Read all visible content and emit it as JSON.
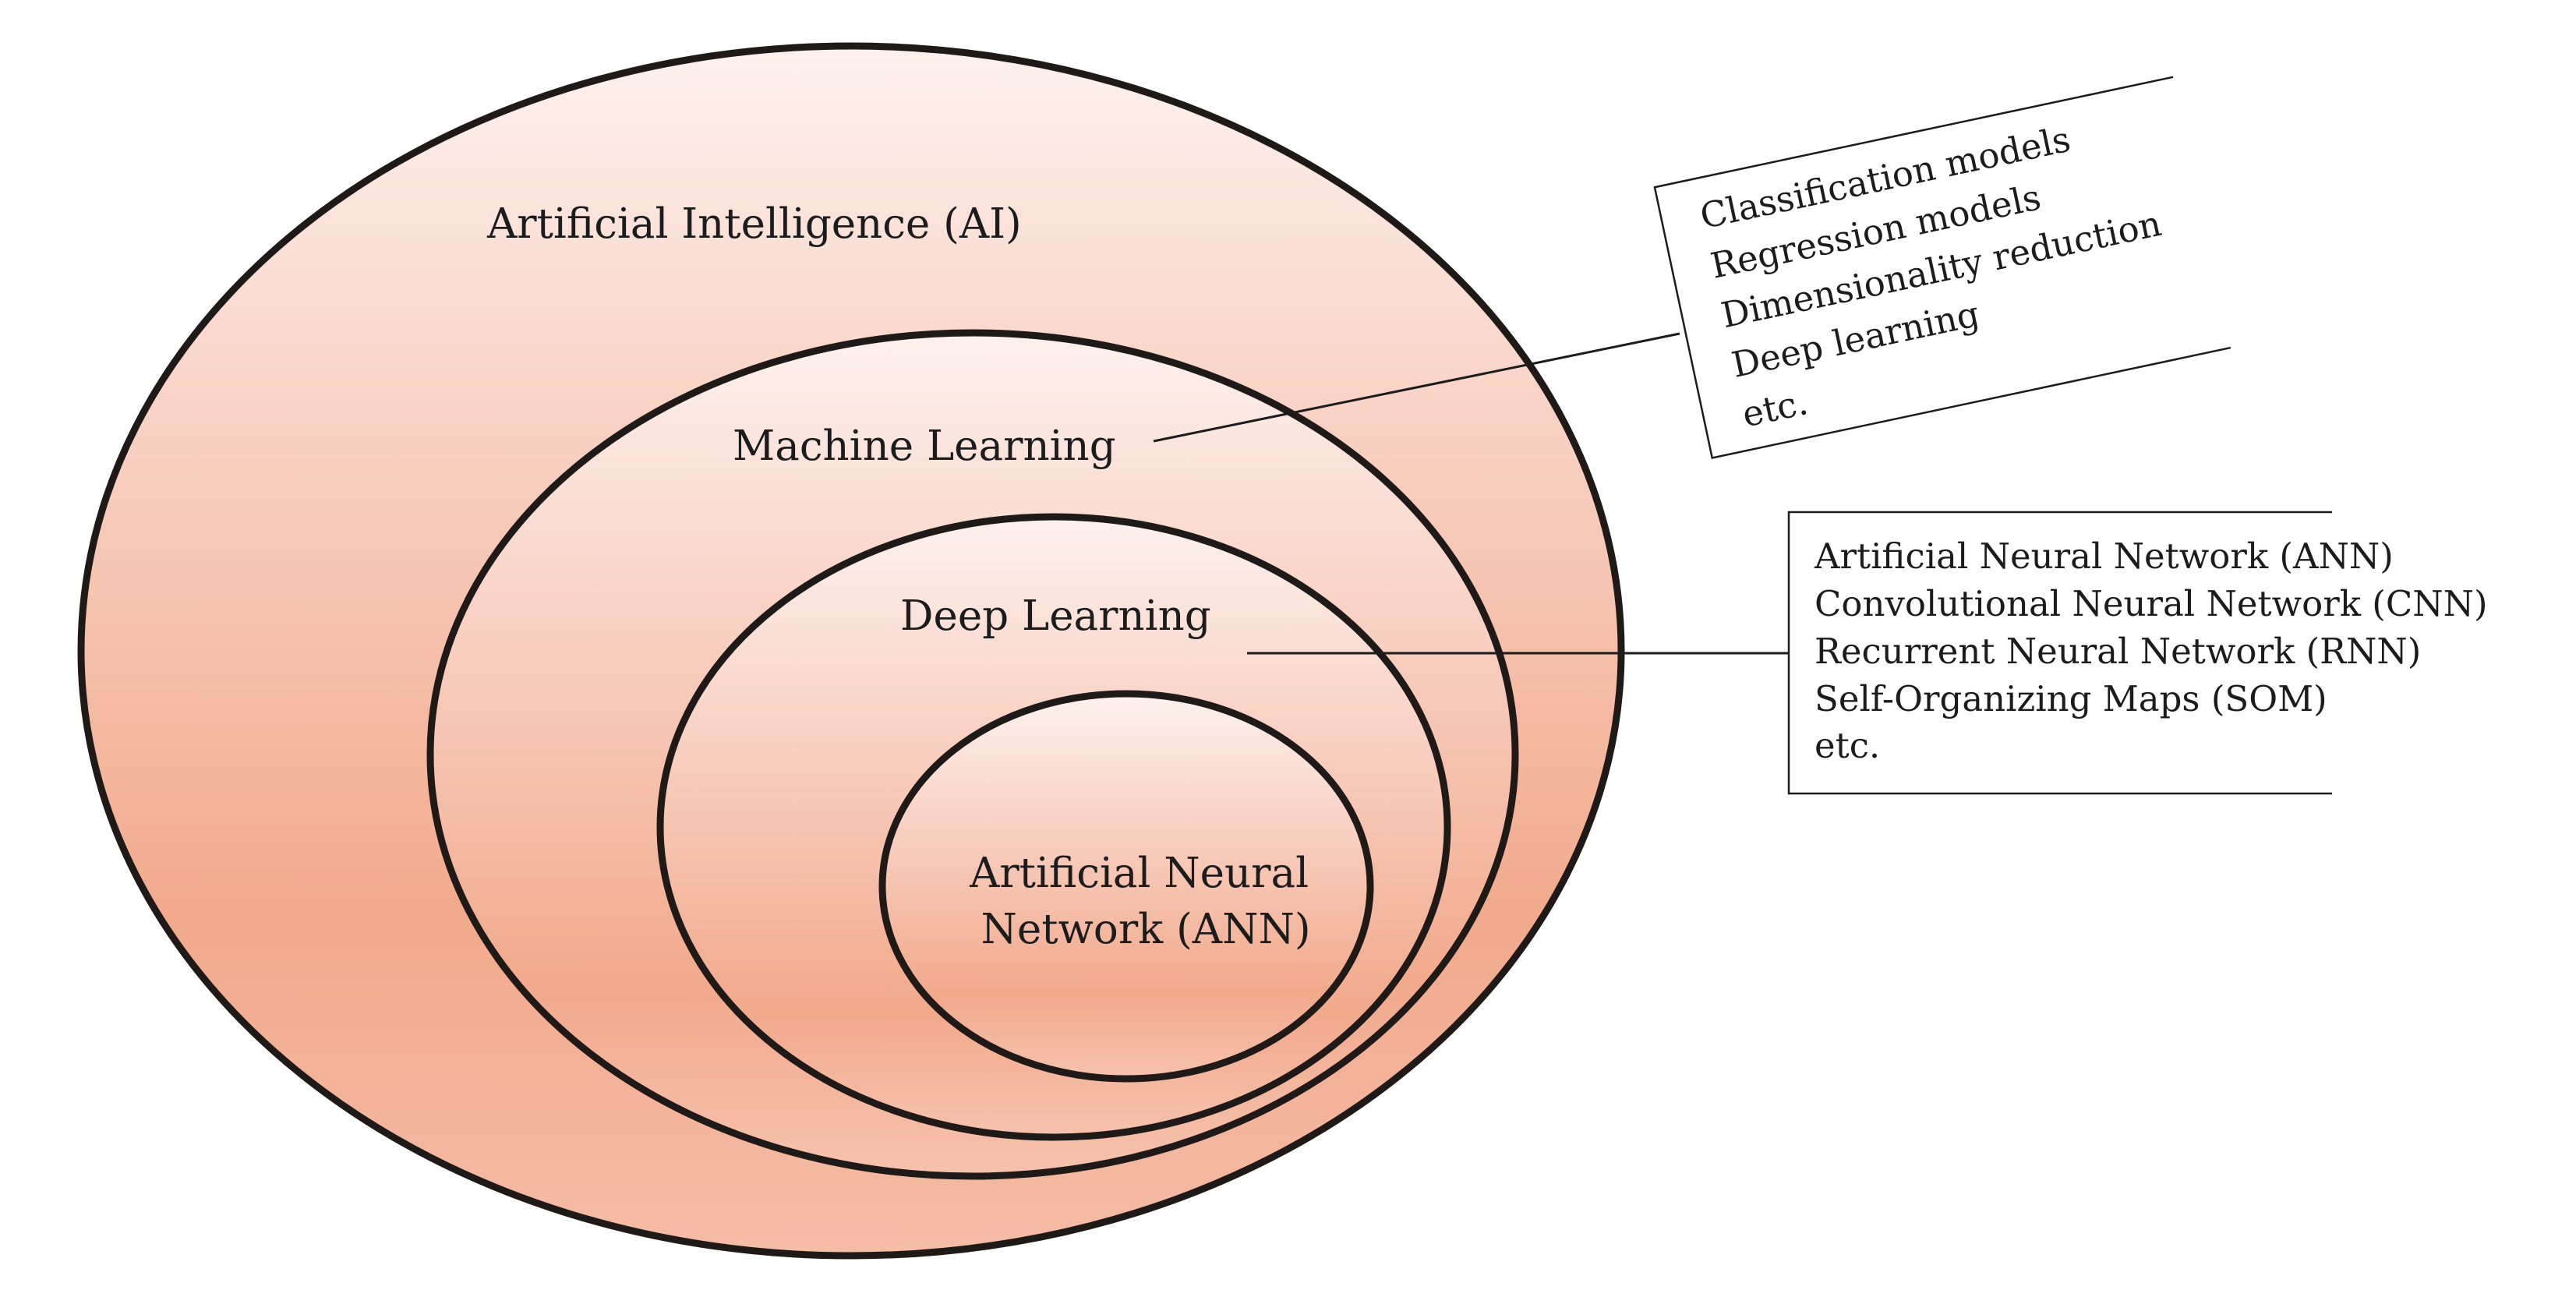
{
  "diagram": {
    "colors": {
      "fill_light": "#fdf1ee",
      "fill_dark": "#f2a98c",
      "outline": "#1f1a17",
      "text": "#1c1c1c"
    },
    "circles": {
      "ai": "Artificial Intelligence (AI)",
      "ml": "Machine Learning",
      "dl": "Deep Learning",
      "ann": [
        "Artificial Neural",
        "Network (ANN)"
      ]
    },
    "ml_callout": {
      "items": [
        "Classification models",
        "Regression models",
        "Dimensionality reduction",
        "Deep learning",
        "etc."
      ]
    },
    "dl_callout": {
      "items": [
        "Artificial Neural Network (ANN)",
        "Convolutional Neural Network (CNN)",
        "Recurrent Neural Network (RNN)",
        "Self-Organizing Maps (SOM)",
        "etc."
      ]
    }
  }
}
